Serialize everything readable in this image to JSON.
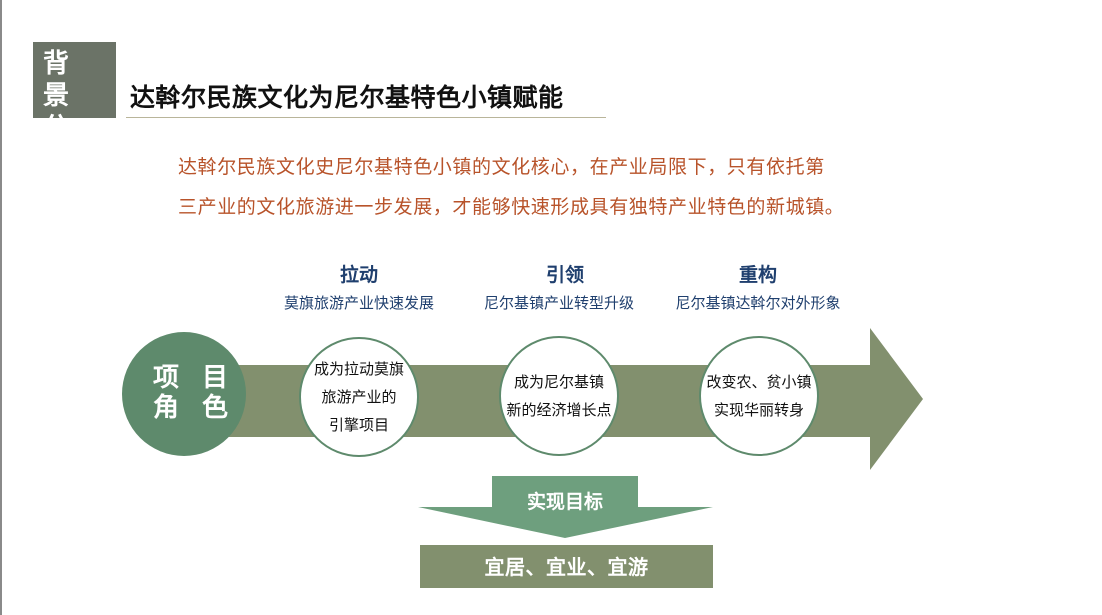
{
  "section_tag": {
    "line1": "背 景",
    "line2": "分 析"
  },
  "title": "达斡尔民族文化为尼尔基特色小镇赋能",
  "intro": {
    "line1": "达斡尔民族文化史尼尔基特色小镇的文化核心，在产业局限下，只有依托第",
    "line2": "三产业的文化旅游进一步发展，才能够快速形成具有独特产业特色的新城镇。"
  },
  "role": {
    "line1": "项 目",
    "line2": "角 色"
  },
  "stages": [
    {
      "heading": "拉动",
      "subtitle": "莫旗旅游产业快速发展",
      "lines": [
        "成为拉动莫旗",
        "旅游产业的",
        "引擎项目"
      ]
    },
    {
      "heading": "引领",
      "subtitle": "尼尔基镇产业转型升级",
      "lines": [
        "成为尼尔基镇",
        "新的经济增长点"
      ]
    },
    {
      "heading": "重构",
      "subtitle": "尼尔基镇达斡尔对外形象",
      "lines": [
        "改变农、贫小镇",
        "实现华丽转身"
      ]
    }
  ],
  "goal_label": "实现目标",
  "result": "宜居、宜业、宜游",
  "colors": {
    "tag_bg": "#6b7367",
    "arrow": "#82906e",
    "role_circle": "#5e8a6c",
    "down_arrow": "#6e9f7e",
    "result_bg": "#82906e",
    "intro_text": "#b8532a",
    "stage_text": "#1f3f6e"
  }
}
